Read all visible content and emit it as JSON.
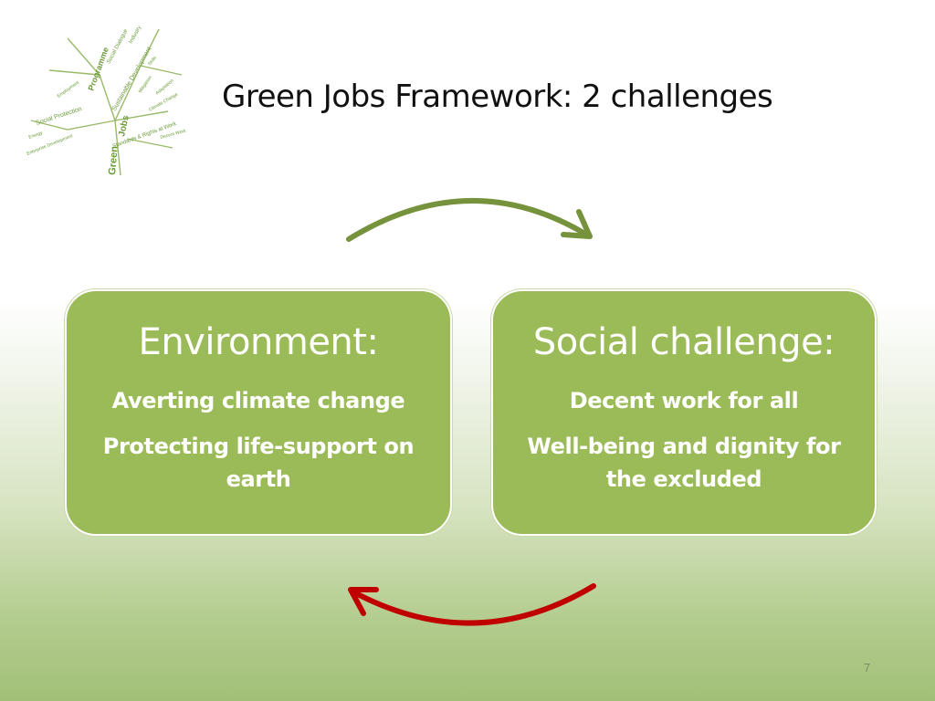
{
  "slide": {
    "title": "Green Jobs Framework: 2 challenges",
    "page_number": "7"
  },
  "logo": {
    "center_words": [
      "Green",
      "Jobs",
      "Programme"
    ],
    "words": [
      "Social Dialogue",
      "Industry",
      "Sustainable Development",
      "Social Protection",
      "Standards & Rights at Work",
      "Energy",
      "Climate Change",
      "Employment",
      "Skills",
      "Mitigation",
      "Adaptation",
      "Enterprise Development",
      "Decent Work"
    ],
    "color": "#6b9a3a"
  },
  "cards": [
    {
      "heading": "Environment:",
      "line1": "Averting climate change",
      "line2": "Protecting life-support on earth"
    },
    {
      "heading": "Social challenge:",
      "line1": "Decent work for all",
      "line2": "Well-being and dignity for the excluded"
    }
  ],
  "colors": {
    "card_fill": "#9bbb59",
    "top_arrow": "#76923c",
    "bottom_arrow": "#c00000"
  }
}
